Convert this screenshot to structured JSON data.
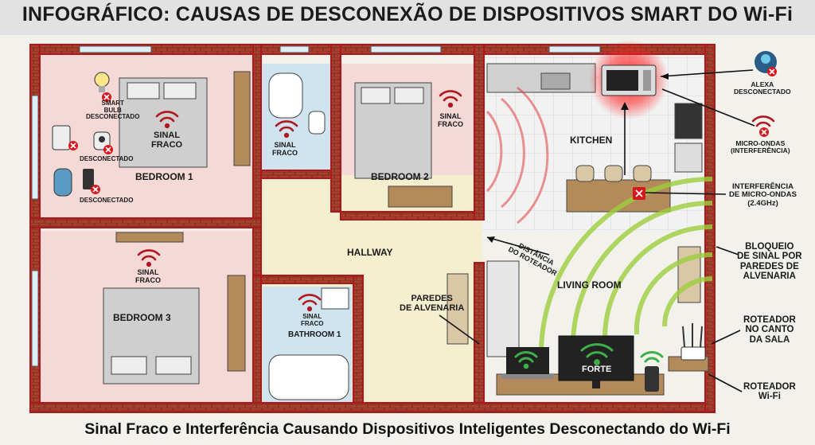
{
  "title": "INFOGRÁFICO: CAUSAS DE DESCONEXÃO DE DISPOSITIVOS SMART DO Wi-Fi",
  "subtitle": "Sinal Fraco e Interferência Causando Dispositivos Inteligentes Desconectando do Wi-Fi",
  "rooms": {
    "bedroom1": "BEDROOM 1",
    "bedroom2": "BEDROOM 2",
    "bedroom3": "BEDROOM 3",
    "kitchen": "KITCHEN",
    "hallway": "HALLWAY",
    "living_room": "LIVING ROOM",
    "bathroom1": "BATHROOM 1"
  },
  "signal_labels": {
    "weak_bedroom1": "SINAL\nFRACO",
    "weak_bath_top": "SINAL\nFRACO",
    "weak_bedroom2": "SINAL\nFRACO",
    "weak_bedroom3": "SINAL\nFRACO",
    "weak_bath1": "SINAL\nFRACO",
    "strong_tv": "FORTE"
  },
  "device_labels": {
    "smart_bulb": "SMART\nBULB\nDESCONECTADO",
    "camera": "DESCONECTADO",
    "speaker": "DESCONECTADO"
  },
  "annotations": {
    "router_distance": "DISTÂNCIA\nDO ROTEADOR",
    "masonry_walls": "PAREDES\nDE ALVENARIA"
  },
  "side_labels": {
    "alexa": "ALEXA\nDESCONECTADO",
    "microwave": "MICRO-ONDAS\n(INTERFERÊNCIA)",
    "interference": "INTERFERÊNCIA\nDE MICRO-ONDAS\n(2.4GHz)",
    "wall_block": "BLOQUEIO\nDE SINAL POR\nPAREDES DE\nALVENARIA",
    "router_corner": "ROTEADOR\nNO CANTO\nDA SALA",
    "router": "ROTEADOR\nWi-Fi"
  },
  "colors": {
    "brick": "#a8402e",
    "wall_outline": "#b0161c",
    "bedroom_tint": "#f4d9d7",
    "bath_tint": "#cfe4ef",
    "hall_tint": "#f4efcf",
    "wifi_red": "#b0161c",
    "wifi_green": "#3db04a",
    "disconnect": "#d8161c"
  },
  "icons": [
    "wifi-icon",
    "wifi-weak-icon",
    "disconnect-x-icon",
    "microwave-icon",
    "router-icon",
    "alexa-icon",
    "smart-bulb-icon",
    "camera-icon",
    "speaker-icon",
    "smartphone-icon",
    "laptop-icon",
    "tv-icon"
  ]
}
